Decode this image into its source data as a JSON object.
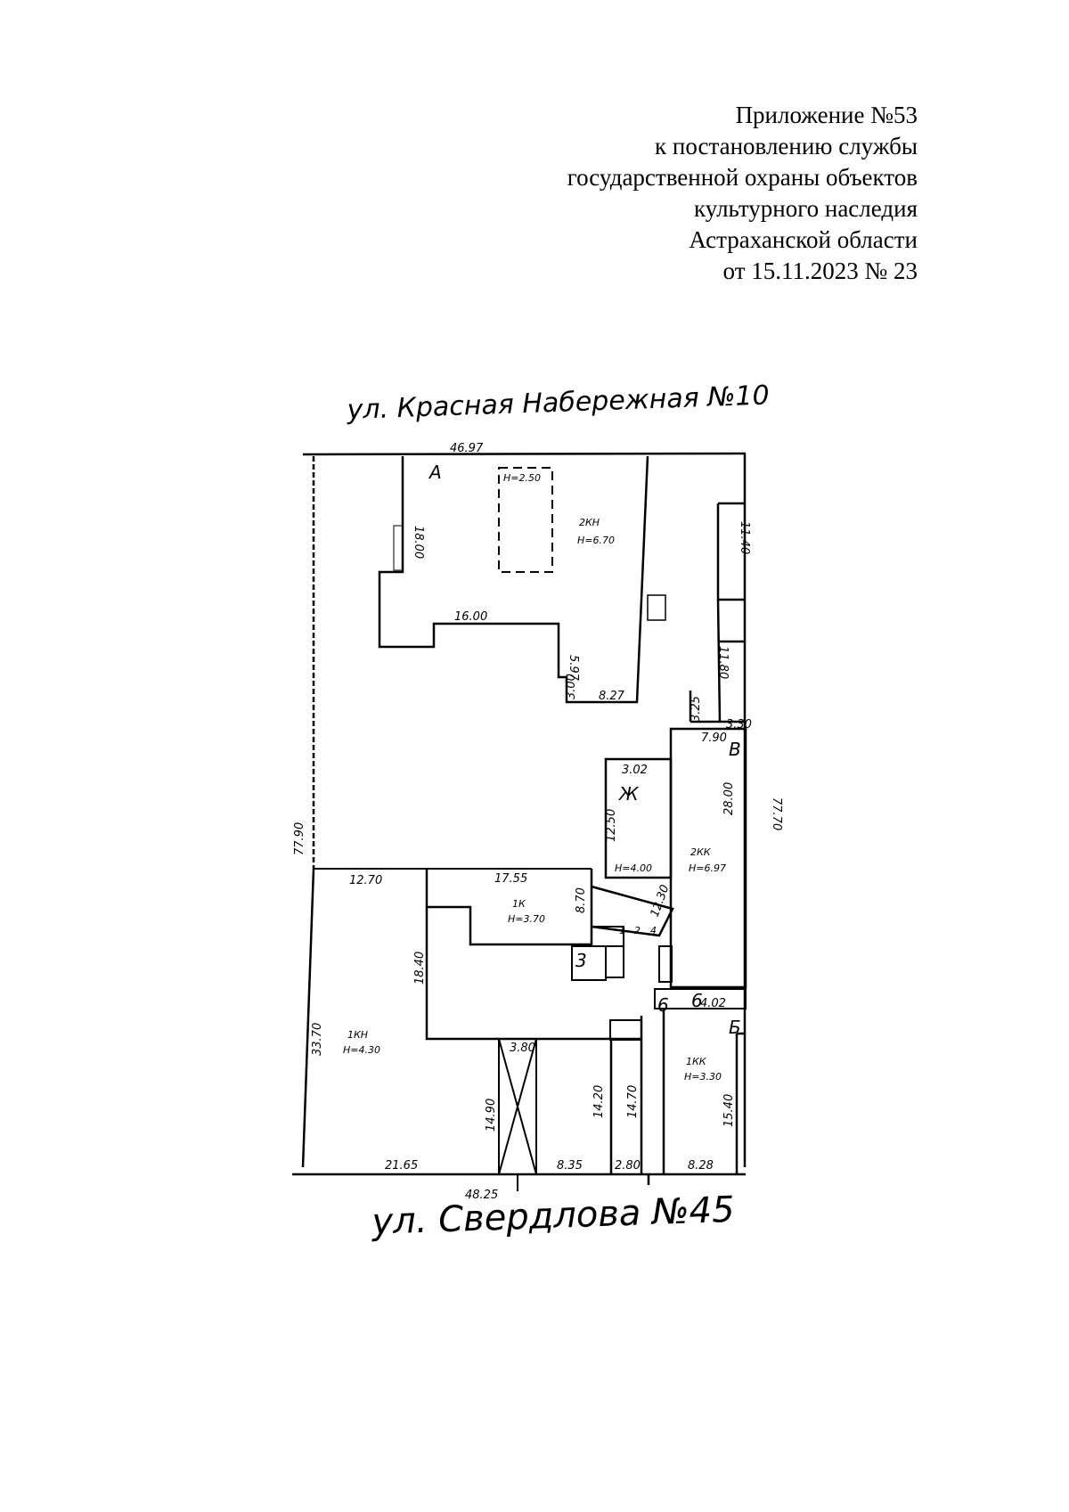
{
  "header": {
    "lines": [
      "Приложение №53",
      "к постановлению службы",
      "государственной охраны объектов",
      "культурного наследия",
      "Астраханской области",
      "от 15.11.2023 № 23"
    ]
  },
  "plan": {
    "street_top": "ул. Красная Набережная №10",
    "street_bottom": "ул. Свердлова №45",
    "dims": {
      "top_width": "46.97",
      "bottom_width": "48.25",
      "left_height": "77.90",
      "right_height": "77.70",
      "d1600": "16.00",
      "d597": "5.97",
      "d827": "8.27",
      "d300": "3.00",
      "d1800": "18.00",
      "d1140": "11.40",
      "d1180": "11.80",
      "d302": "3.02",
      "d1250": "12.50",
      "d2800": "28.00",
      "d1270": "12.70",
      "d1755": "17.55",
      "d1840": "18.40",
      "d3370": "33.70",
      "d380": "3.80",
      "d1490": "14.90",
      "d2165": "21.65",
      "d835": "8.35",
      "d280": "2.80",
      "d828": "8.28",
      "d1540": "15.40",
      "d1420": "14.20",
      "d1470": "14.70",
      "d402": "4.02",
      "d790": "7.90",
      "d870": "8.70",
      "d1230": "12.30",
      "d325": "3.25",
      "d330": "3.30"
    },
    "labels": {
      "A": "А",
      "A_floors": "2КН",
      "A_height": "Н=6.70",
      "A_inner_h": "Н=2.50",
      "V": "В",
      "V_floors": "2КК",
      "V_height": "Н=6.97",
      "Zh": "Ж",
      "Zh_height": "Н=4.00",
      "G_floors": "1К",
      "G_height": "Н=3.70",
      "D_floors": "1КН",
      "D_height": "Н=4.30",
      "B": "Б",
      "B_floors": "1КК",
      "B_height": "Н=3.30",
      "n3": "3",
      "n6a": "6",
      "n6b": "6",
      "n1": "1",
      "n2": "2",
      "n4": "4"
    }
  }
}
